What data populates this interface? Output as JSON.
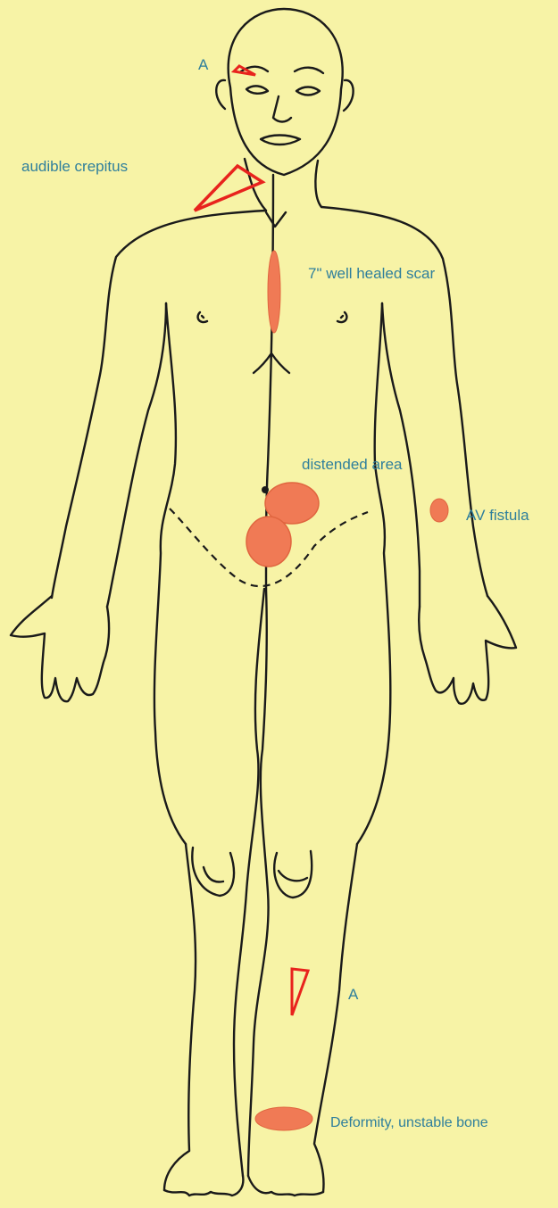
{
  "colors": {
    "background": "#f7f3a6",
    "outline": "#1a1a1a",
    "lesion_fill": "#f07a55",
    "lesion_stroke": "#e0653f",
    "marker_red": "#e8231d",
    "label_text": "#2f7f9c"
  },
  "labels": {
    "head_marker": "A",
    "neck": "audible crepitus",
    "chest_scar": "7\" well healed scar",
    "abdomen": "distended area",
    "arm": "AV fistula",
    "shin_marker": "A",
    "ankle": "Deformity, unstable bone"
  }
}
